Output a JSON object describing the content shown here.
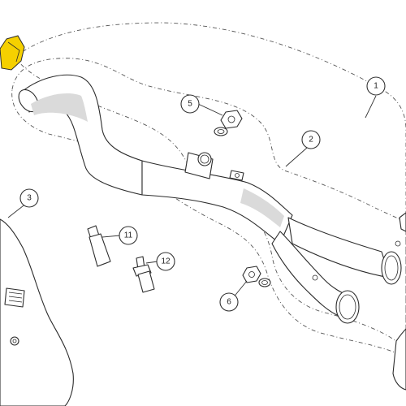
{
  "diagram": {
    "callouts": [
      {
        "id": "c1",
        "label": "1"
      },
      {
        "id": "c2",
        "label": "2"
      },
      {
        "id": "c3",
        "label": "3"
      },
      {
        "id": "c5",
        "label": "5"
      },
      {
        "id": "c6",
        "label": "6"
      },
      {
        "id": "c11",
        "label": "11"
      },
      {
        "id": "c12",
        "label": "12"
      }
    ],
    "colors": {
      "highlight": "#f5d000",
      "line": "#2b2b2b",
      "shade": "#dadada"
    }
  }
}
